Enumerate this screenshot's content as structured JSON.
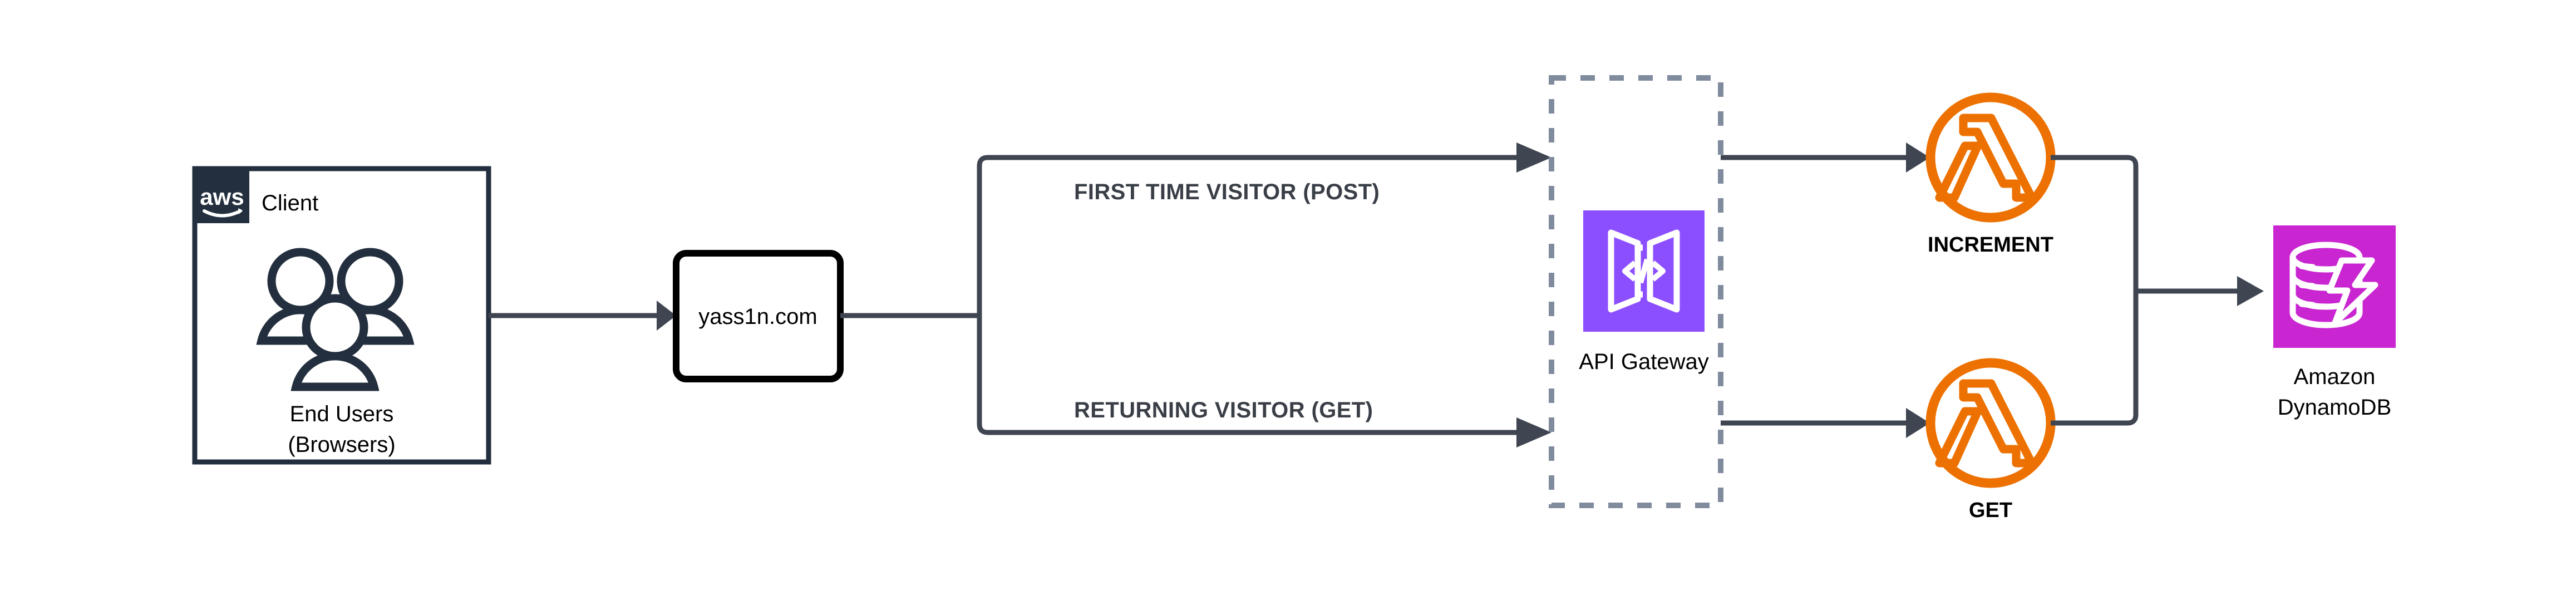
{
  "diagram": {
    "title": "AWS Serverless Visitor Counter Architecture",
    "background": "#ffffff"
  },
  "colors": {
    "aws_navy": "#232F3E",
    "connector": "#3F4652",
    "dashed_border": "#808B9E",
    "lambda_orange": "#ED7100",
    "apigateway_purple": "#8C4FFF",
    "dynamodb_magenta": "#C925D1",
    "text_black": "#000000",
    "edge_label": "#3A3F47"
  },
  "nodes": {
    "client_group": {
      "badge_text": "aws",
      "group_label": "Client",
      "icon_name": "users-icon",
      "caption_line1": "End Users",
      "caption_line2": "(Browsers)"
    },
    "domain": {
      "label": "yass1n.com"
    },
    "api_gateway": {
      "label": "API Gateway",
      "icon_name": "api-gateway-icon",
      "boundary_style": "dashed"
    },
    "lambda_increment": {
      "label": "INCREMENT",
      "icon_name": "lambda-icon"
    },
    "lambda_get": {
      "label": "GET",
      "icon_name": "lambda-icon"
    },
    "dynamodb": {
      "icon_name": "dynamodb-icon",
      "caption_line1": "Amazon",
      "caption_line2": "DynamoDB"
    }
  },
  "edges": {
    "client_to_domain": {
      "label": ""
    },
    "domain_to_api_post": {
      "label": "FIRST TIME VISITOR (POST)"
    },
    "domain_to_api_get": {
      "label": "RETURNING VISITOR (GET)"
    },
    "api_to_increment": {
      "label": ""
    },
    "api_to_get": {
      "label": ""
    },
    "lambdas_to_dynamodb": {
      "label": ""
    }
  }
}
